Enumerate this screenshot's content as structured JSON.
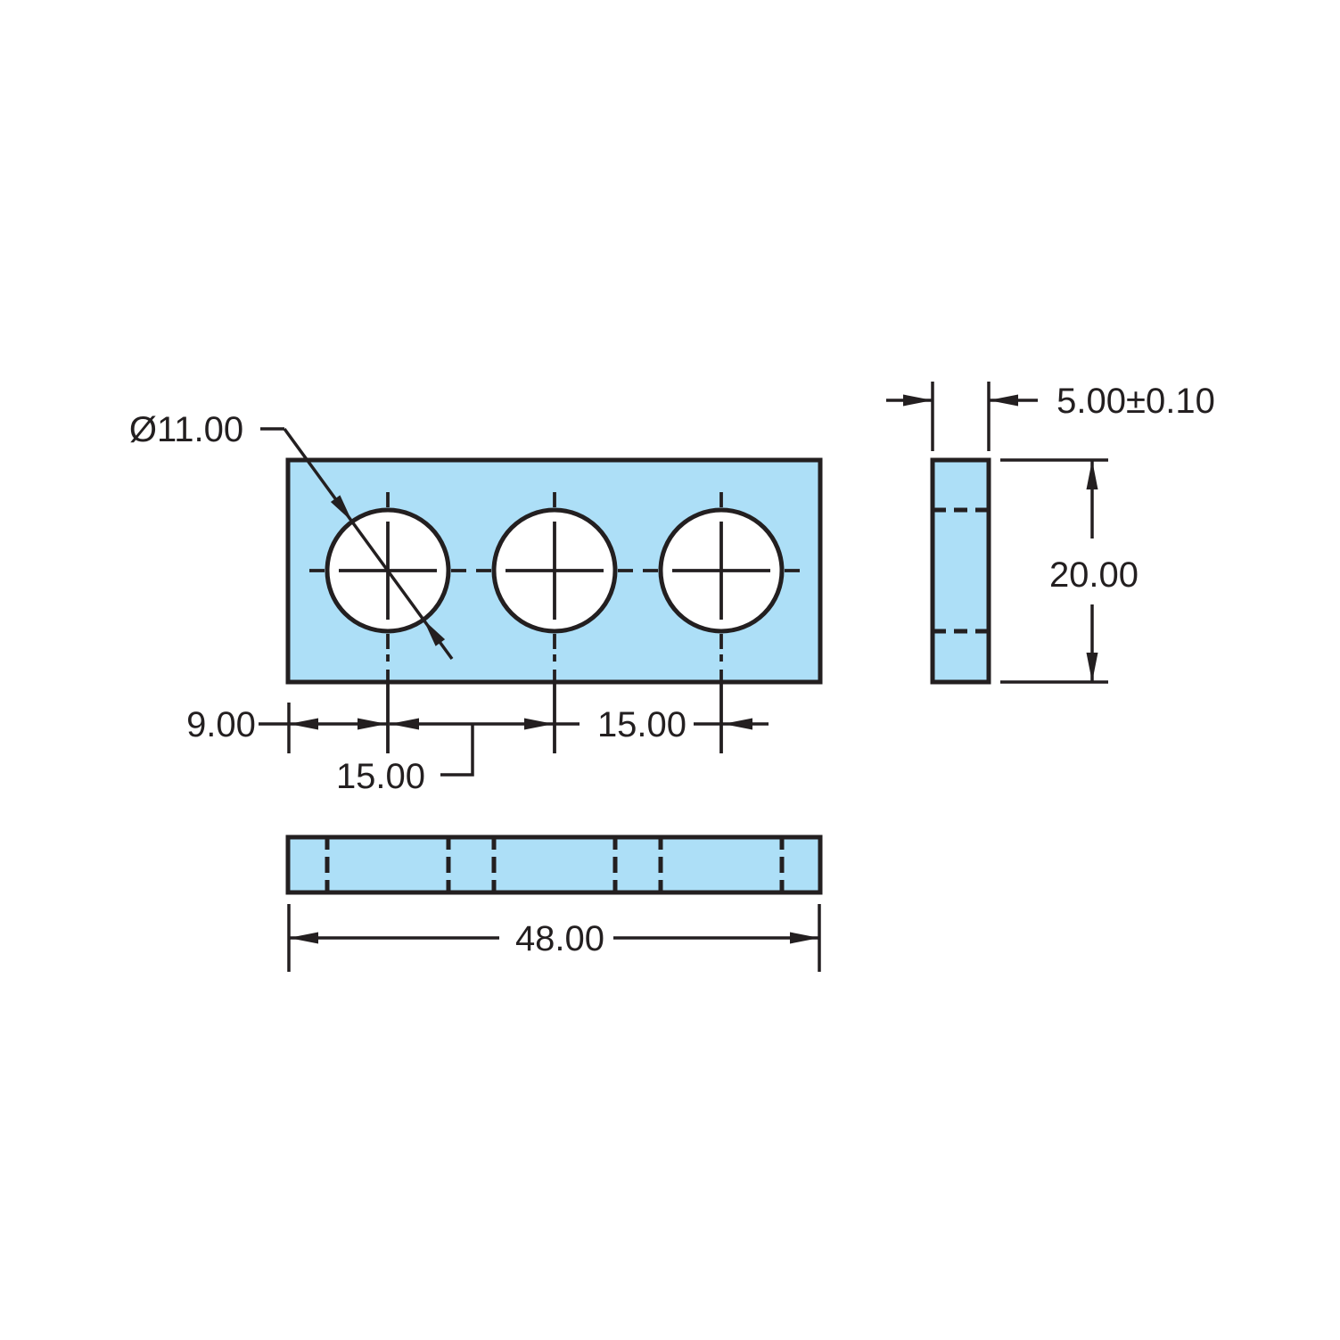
{
  "colors": {
    "plate_fill": "#addff7",
    "line_color": "#231f20",
    "background": "#ffffff"
  },
  "dimensions": {
    "hole_diameter": "Ø11.00",
    "edge_to_first_hole": "9.00",
    "hole_pitch_1": "15.00",
    "hole_pitch_2": "15.00",
    "overall_length": "48.00",
    "overall_height": "20.00",
    "thickness": "5.00±0.10"
  }
}
